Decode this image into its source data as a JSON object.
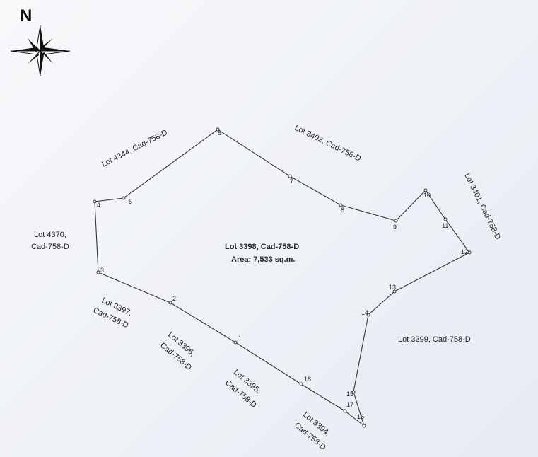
{
  "north_label": "N",
  "subject_lot": {
    "title": "Lot 3398, Cad-758-D",
    "area": "Area: 7,533 sq.m."
  },
  "adjoining_lots": [
    {
      "id": "lot4344",
      "line1": "Lot 4344, Cad-758-D"
    },
    {
      "id": "lot3402",
      "line1": "Lot 3402, Cad-758-D"
    },
    {
      "id": "lot3401",
      "line1": "Lot 3401, Cad-758-D"
    },
    {
      "id": "lot4370",
      "line1": "Lot 4370,",
      "line2": "Cad-758-D"
    },
    {
      "id": "lot3397",
      "line1": "Lot 3397,",
      "line2": "Cad-758-D"
    },
    {
      "id": "lot3396",
      "line1": "Lot 3396,",
      "line2": "Cad-758-D"
    },
    {
      "id": "lot3395",
      "line1": "Lot 3395,",
      "line2": "Cad-758-D"
    },
    {
      "id": "lot3394",
      "line1": "Lot 3394,",
      "line2": "Cad-758-D"
    },
    {
      "id": "lot3399",
      "line1": "Lot 3399, Cad-758-D"
    }
  ],
  "corners": [
    "1",
    "2",
    "3",
    "4",
    "5",
    "6",
    "7",
    "8",
    "9",
    "10",
    "11",
    "12",
    "13",
    "14",
    "15",
    "16",
    "17",
    "18"
  ]
}
